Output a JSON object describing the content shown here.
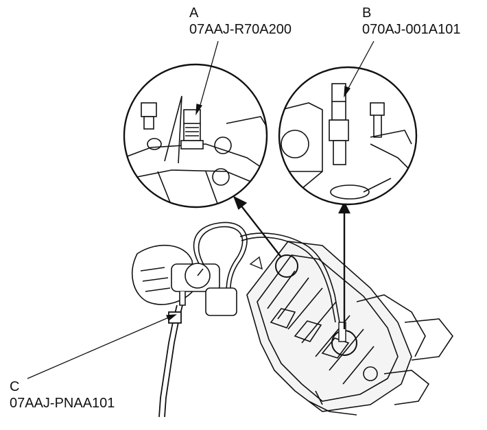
{
  "callouts": {
    "a": {
      "letter": "A",
      "part_number": "07AAJ-R70A200"
    },
    "b": {
      "letter": "B",
      "part_number": "070AJ-001A101"
    },
    "c": {
      "letter": "C",
      "part_number": "07AAJ-PNAA101"
    }
  },
  "colors": {
    "line": "#111111",
    "background": "#ffffff",
    "shade": "#d8d8d8"
  }
}
